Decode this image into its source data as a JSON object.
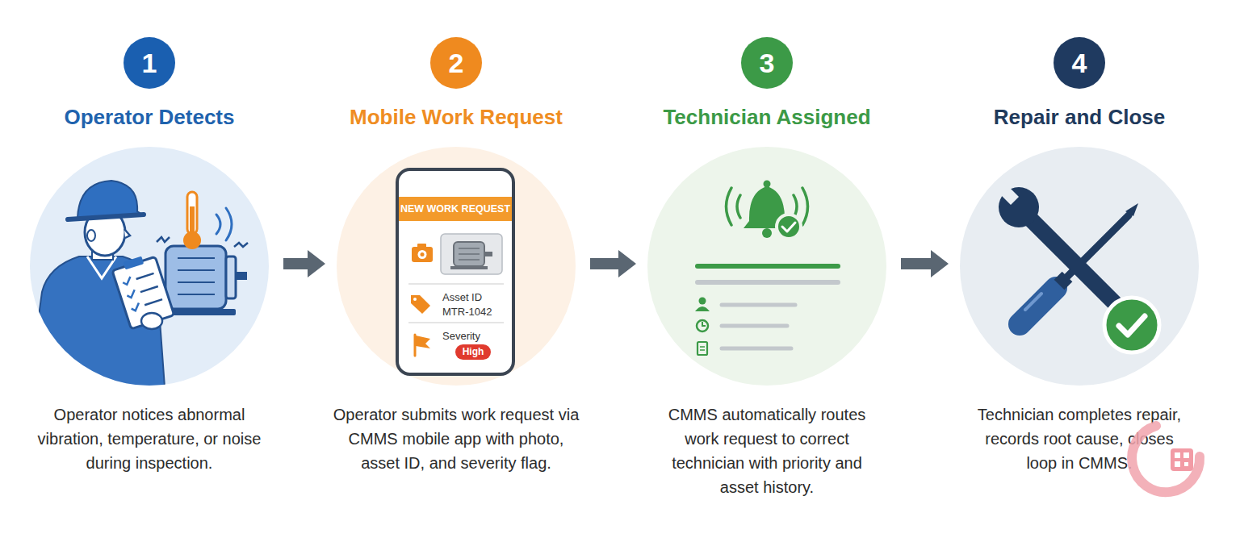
{
  "diagram": {
    "nodes": [
      {
        "text": [
          "1"
        ]
      },
      {
        "text": [
          "Operator Detects",
          "Operator notices abnormal vibration, temperature, or noise during inspection."
        ]
      },
      {
        "text": [
          "2"
        ]
      },
      {
        "text": [
          "Mobile Work Request",
          "Operator submits work request via CMMS mobile app with photo, asset ID, and severity flag."
        ]
      },
      {
        "text": [
          "NEW WORK REQUEST",
          "Asset ID",
          "MTR-1042",
          "Severity"
        ],
        "in": 3
      },
      {
        "text": [
          "High"
        ],
        "in": 4
      },
      {
        "text": [
          "3"
        ]
      },
      {
        "text": [
          "Technician Assigned",
          "CMMS automatically routes work request to correct technician with priority and asset history."
        ]
      },
      {
        "text": [
          "4"
        ]
      },
      {
        "text": [
          "Repair and Close",
          "Technician completes repair, records root cause, closes loop in CMMS."
        ]
      }
    ],
    "edges": [
      {
        "from": 1,
        "to": 3,
        "arrow": "to"
      },
      {
        "from": 3,
        "to": 7,
        "arrow": "to"
      },
      {
        "from": 7,
        "to": 9,
        "arrow": "to"
      }
    ]
  }
}
